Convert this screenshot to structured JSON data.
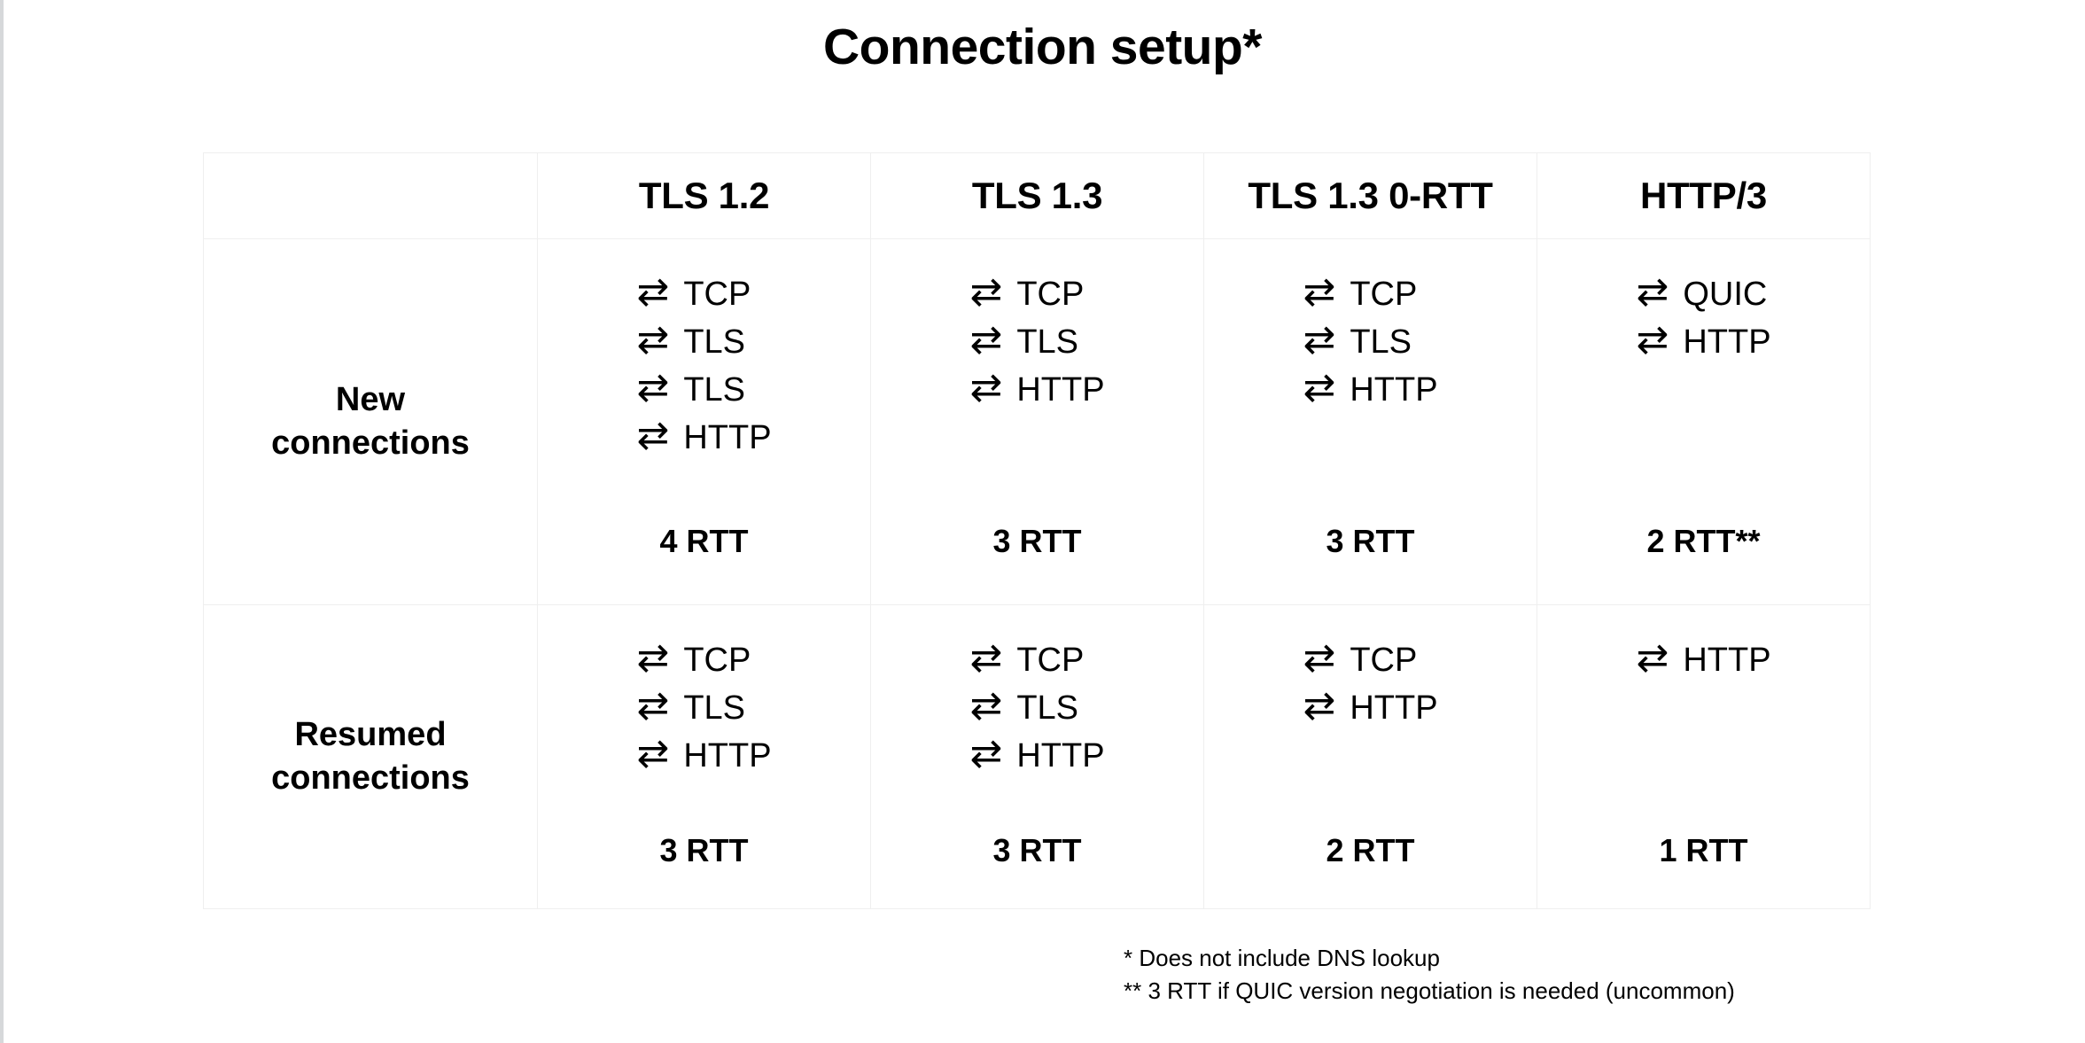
{
  "title": "Connection setup*",
  "arrow_glyph": "⇄",
  "arrow_icon_name": "bidirectional-roundtrip-arrow-icon",
  "table": {
    "corner_label": "",
    "column_headers": [
      "TLS 1.2",
      "TLS 1.3",
      "TLS 1.3 0-RTT",
      "HTTP/3"
    ],
    "rows": [
      {
        "label": "New\nconnections",
        "label_line1": "New",
        "label_line2": "connections",
        "cells": [
          {
            "column": "TLS 1.2",
            "steps": [
              "TCP",
              "TLS",
              "TLS",
              "HTTP"
            ],
            "rtt": "4 RTT"
          },
          {
            "column": "TLS 1.3",
            "steps": [
              "TCP",
              "TLS",
              "HTTP"
            ],
            "rtt": "3 RTT"
          },
          {
            "column": "TLS 1.3 0-RTT",
            "steps": [
              "TCP",
              "TLS",
              "HTTP"
            ],
            "rtt": "3 RTT"
          },
          {
            "column": "HTTP/3",
            "steps": [
              "QUIC",
              "HTTP"
            ],
            "rtt": "2 RTT**"
          }
        ]
      },
      {
        "label": "Resumed\nconnections",
        "label_line1": "Resumed",
        "label_line2": "connections",
        "cells": [
          {
            "column": "TLS 1.2",
            "steps": [
              "TCP",
              "TLS",
              "HTTP"
            ],
            "rtt": "3 RTT"
          },
          {
            "column": "TLS 1.3",
            "steps": [
              "TCP",
              "TLS",
              "HTTP"
            ],
            "rtt": "3 RTT"
          },
          {
            "column": "TLS 1.3 0-RTT",
            "steps": [
              "TCP",
              "HTTP"
            ],
            "rtt": "2 RTT"
          },
          {
            "column": "HTTP/3",
            "steps": [
              "HTTP"
            ],
            "rtt": "1 RTT"
          }
        ]
      }
    ]
  },
  "footnotes": [
    "* Does not include DNS lookup",
    "** 3 RTT if QUIC version negotiation is needed (uncommon)"
  ],
  "colors": {
    "background": "#ffffff",
    "text": "#000000",
    "grid_line": "#efefef",
    "slide_edge": "#d6d8da"
  }
}
